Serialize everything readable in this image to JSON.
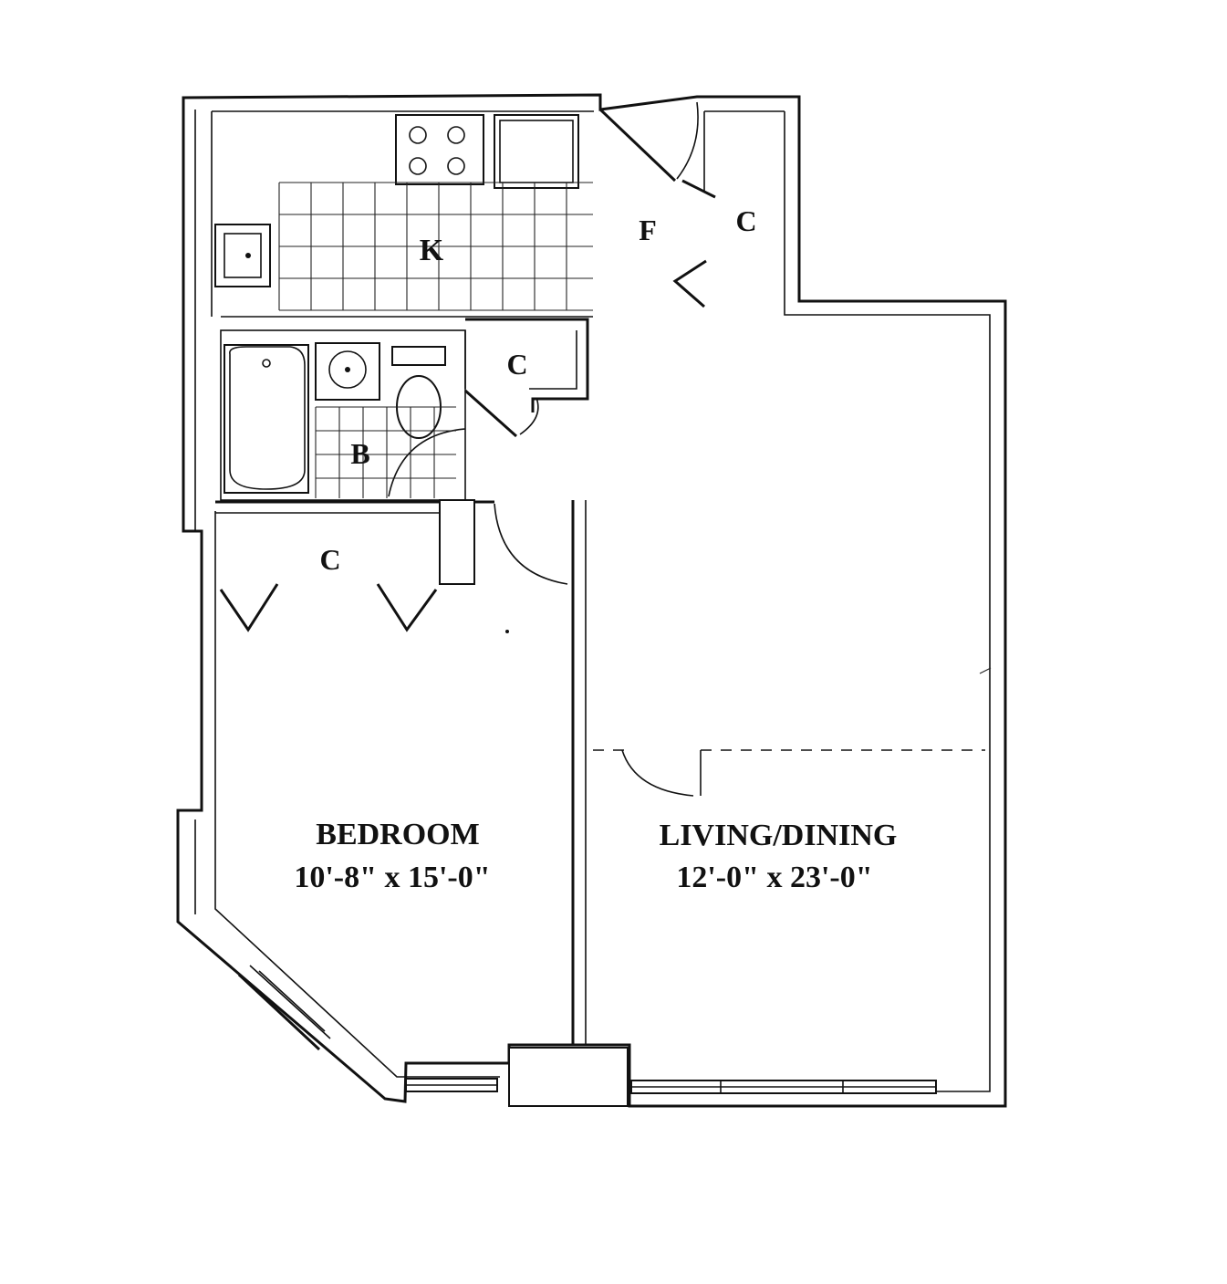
{
  "rooms": {
    "kitchen": {
      "label": "K"
    },
    "foyer": {
      "label": "F"
    },
    "bath": {
      "label": "B"
    },
    "closet_entry": {
      "label": "C"
    },
    "closet_hall": {
      "label": "C"
    },
    "closet_bedroom": {
      "label": "C"
    },
    "bedroom": {
      "name": "BEDROOM",
      "dims": "10'-8\" x 15'-0\""
    },
    "living": {
      "name": "LIVING/DINING",
      "dims": "12'-0\" x 23'-0\""
    }
  },
  "colors": {
    "line": "#111111",
    "background": "#ffffff"
  }
}
